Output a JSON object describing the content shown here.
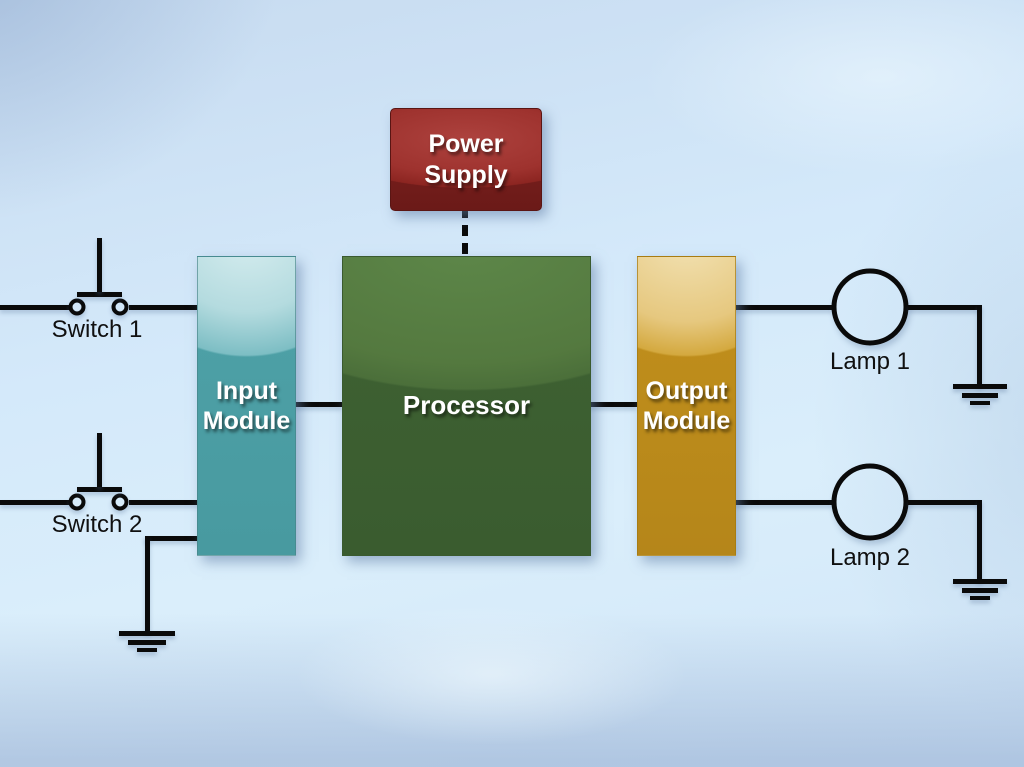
{
  "diagram": {
    "type": "plc-block-diagram",
    "blocks": {
      "power_supply": {
        "label": "Power\nSupply",
        "color": "#9c2d29"
      },
      "processor": {
        "label": "Processor",
        "color": "#527c40"
      },
      "input_module": {
        "label": "Input\nModule",
        "color": "#7fc0c6"
      },
      "output_module": {
        "label": "Output\nModule",
        "color": "#d9aa3e"
      }
    },
    "inputs": [
      {
        "label": "Switch 1",
        "symbol": "normally-open-pushbutton"
      },
      {
        "label": "Switch 2",
        "symbol": "normally-open-pushbutton"
      }
    ],
    "outputs": [
      {
        "label": "Lamp 1",
        "symbol": "lamp"
      },
      {
        "label": "Lamp 2",
        "symbol": "lamp"
      }
    ],
    "connections": [
      {
        "from": "power_supply",
        "to": "processor",
        "style": "dashed"
      },
      {
        "from": "input_module",
        "to": "processor",
        "style": "solid"
      },
      {
        "from": "processor",
        "to": "output_module",
        "style": "solid"
      },
      {
        "from": "switch_1",
        "to": "input_module",
        "style": "solid"
      },
      {
        "from": "switch_2",
        "to": "input_module",
        "style": "solid"
      },
      {
        "from": "input_module",
        "to": "ground",
        "style": "solid"
      },
      {
        "from": "output_module",
        "to": "lamp_1",
        "style": "solid"
      },
      {
        "from": "output_module",
        "to": "lamp_2",
        "style": "solid"
      },
      {
        "from": "lamp_1",
        "to": "ground",
        "style": "solid"
      },
      {
        "from": "lamp_2",
        "to": "ground",
        "style": "solid"
      }
    ],
    "colors": {
      "wire": "#0a0a0a",
      "label_text": "#101010",
      "block_text": "#ffffff",
      "background": "#d6eafa"
    }
  }
}
